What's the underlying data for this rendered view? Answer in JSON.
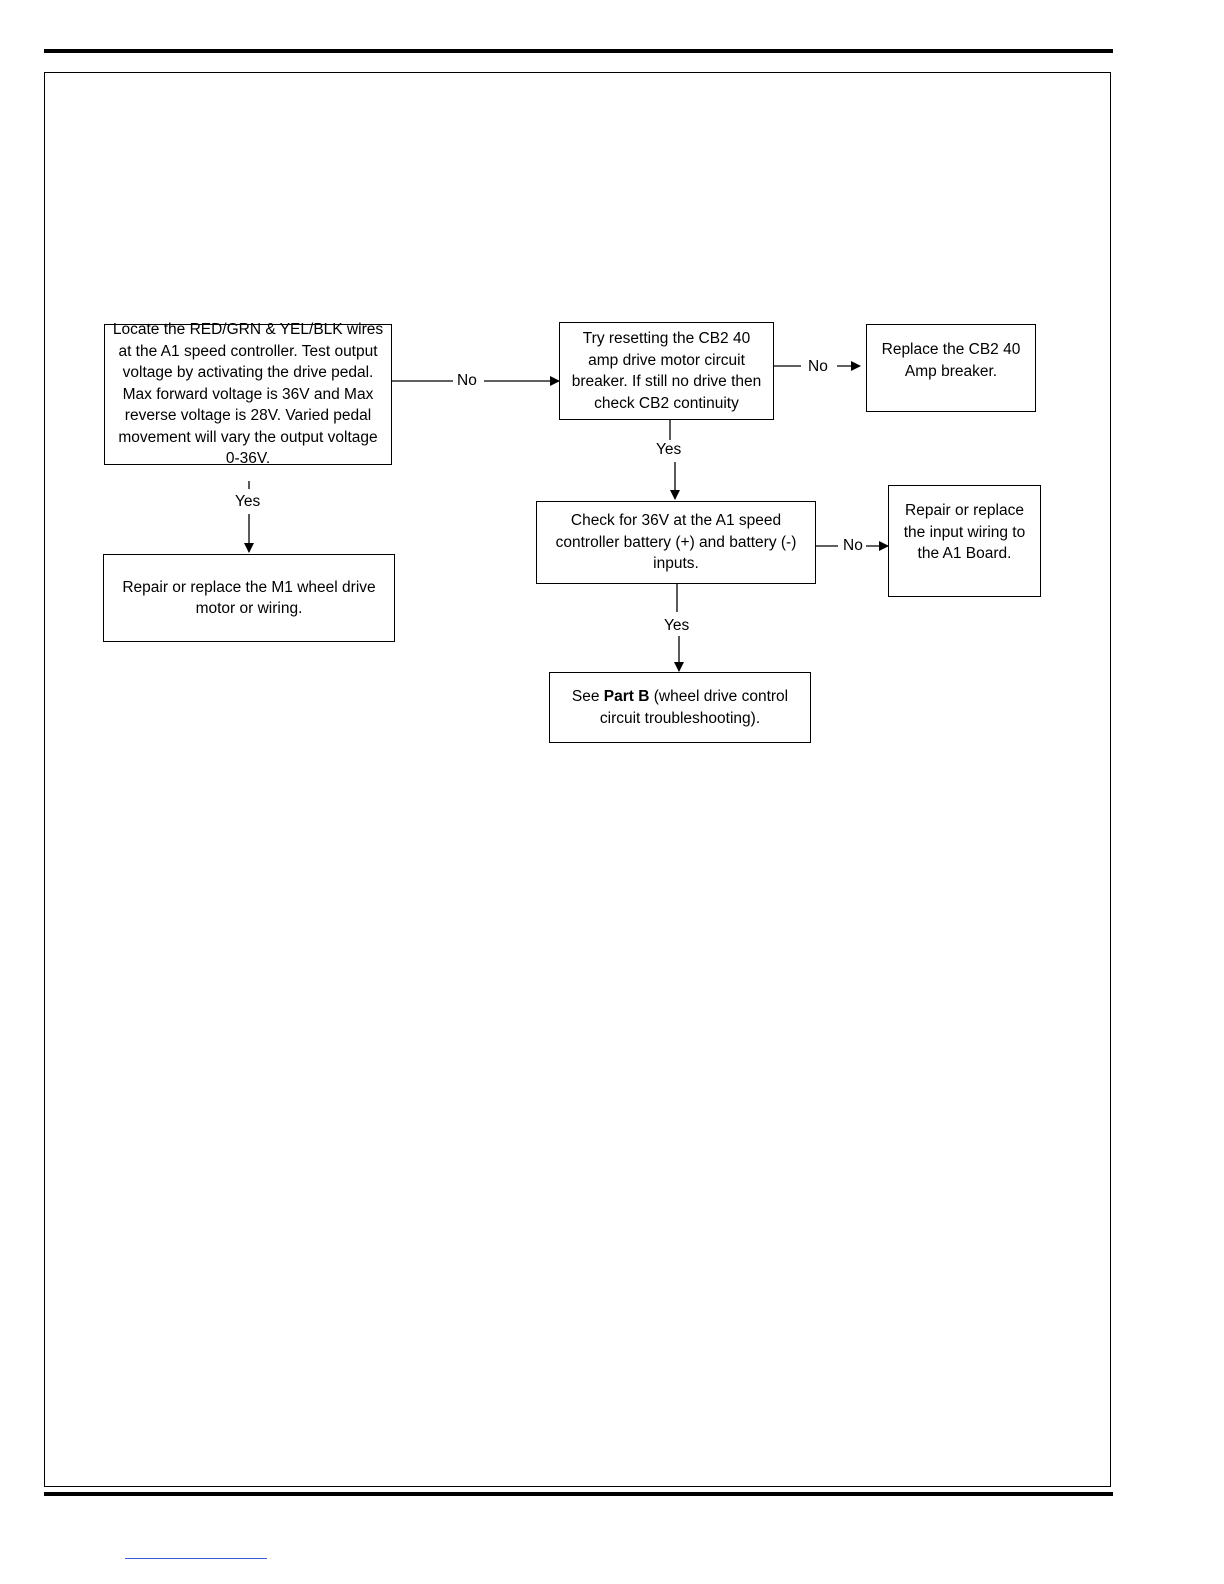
{
  "nodes": {
    "locate_wires": "Locate the RED/GRN & YEL/BLK wires at the A1 speed controller.  Test output voltage by activating the drive pedal.  Max forward voltage is 36V and Max reverse voltage is 28V.  Varied pedal movement will vary the output voltage 0-36V.",
    "repair_m1": "Repair or replace the M1 wheel drive motor or wiring.",
    "reset_cb2": "Try resetting the CB2 40 amp drive motor circuit breaker.  If still no drive then check CB2 continuity",
    "replace_cb2": "Replace the CB2 40 Amp breaker.",
    "check_36v": "Check for 36V at the A1 speed controller battery (+) and battery (-) inputs.",
    "repair_input_wiring": "Repair or replace the input wiring to the A1 Board.",
    "see_part_b": {
      "prefix": "See ",
      "bold": "Part B",
      "suffix": " (wheel drive control circuit troubleshooting)."
    }
  },
  "edge_labels": {
    "no_1": "No",
    "no_2": "No",
    "no_3": "No",
    "yes_1": "Yes",
    "yes_2": "Yes",
    "yes_3": "Yes"
  }
}
